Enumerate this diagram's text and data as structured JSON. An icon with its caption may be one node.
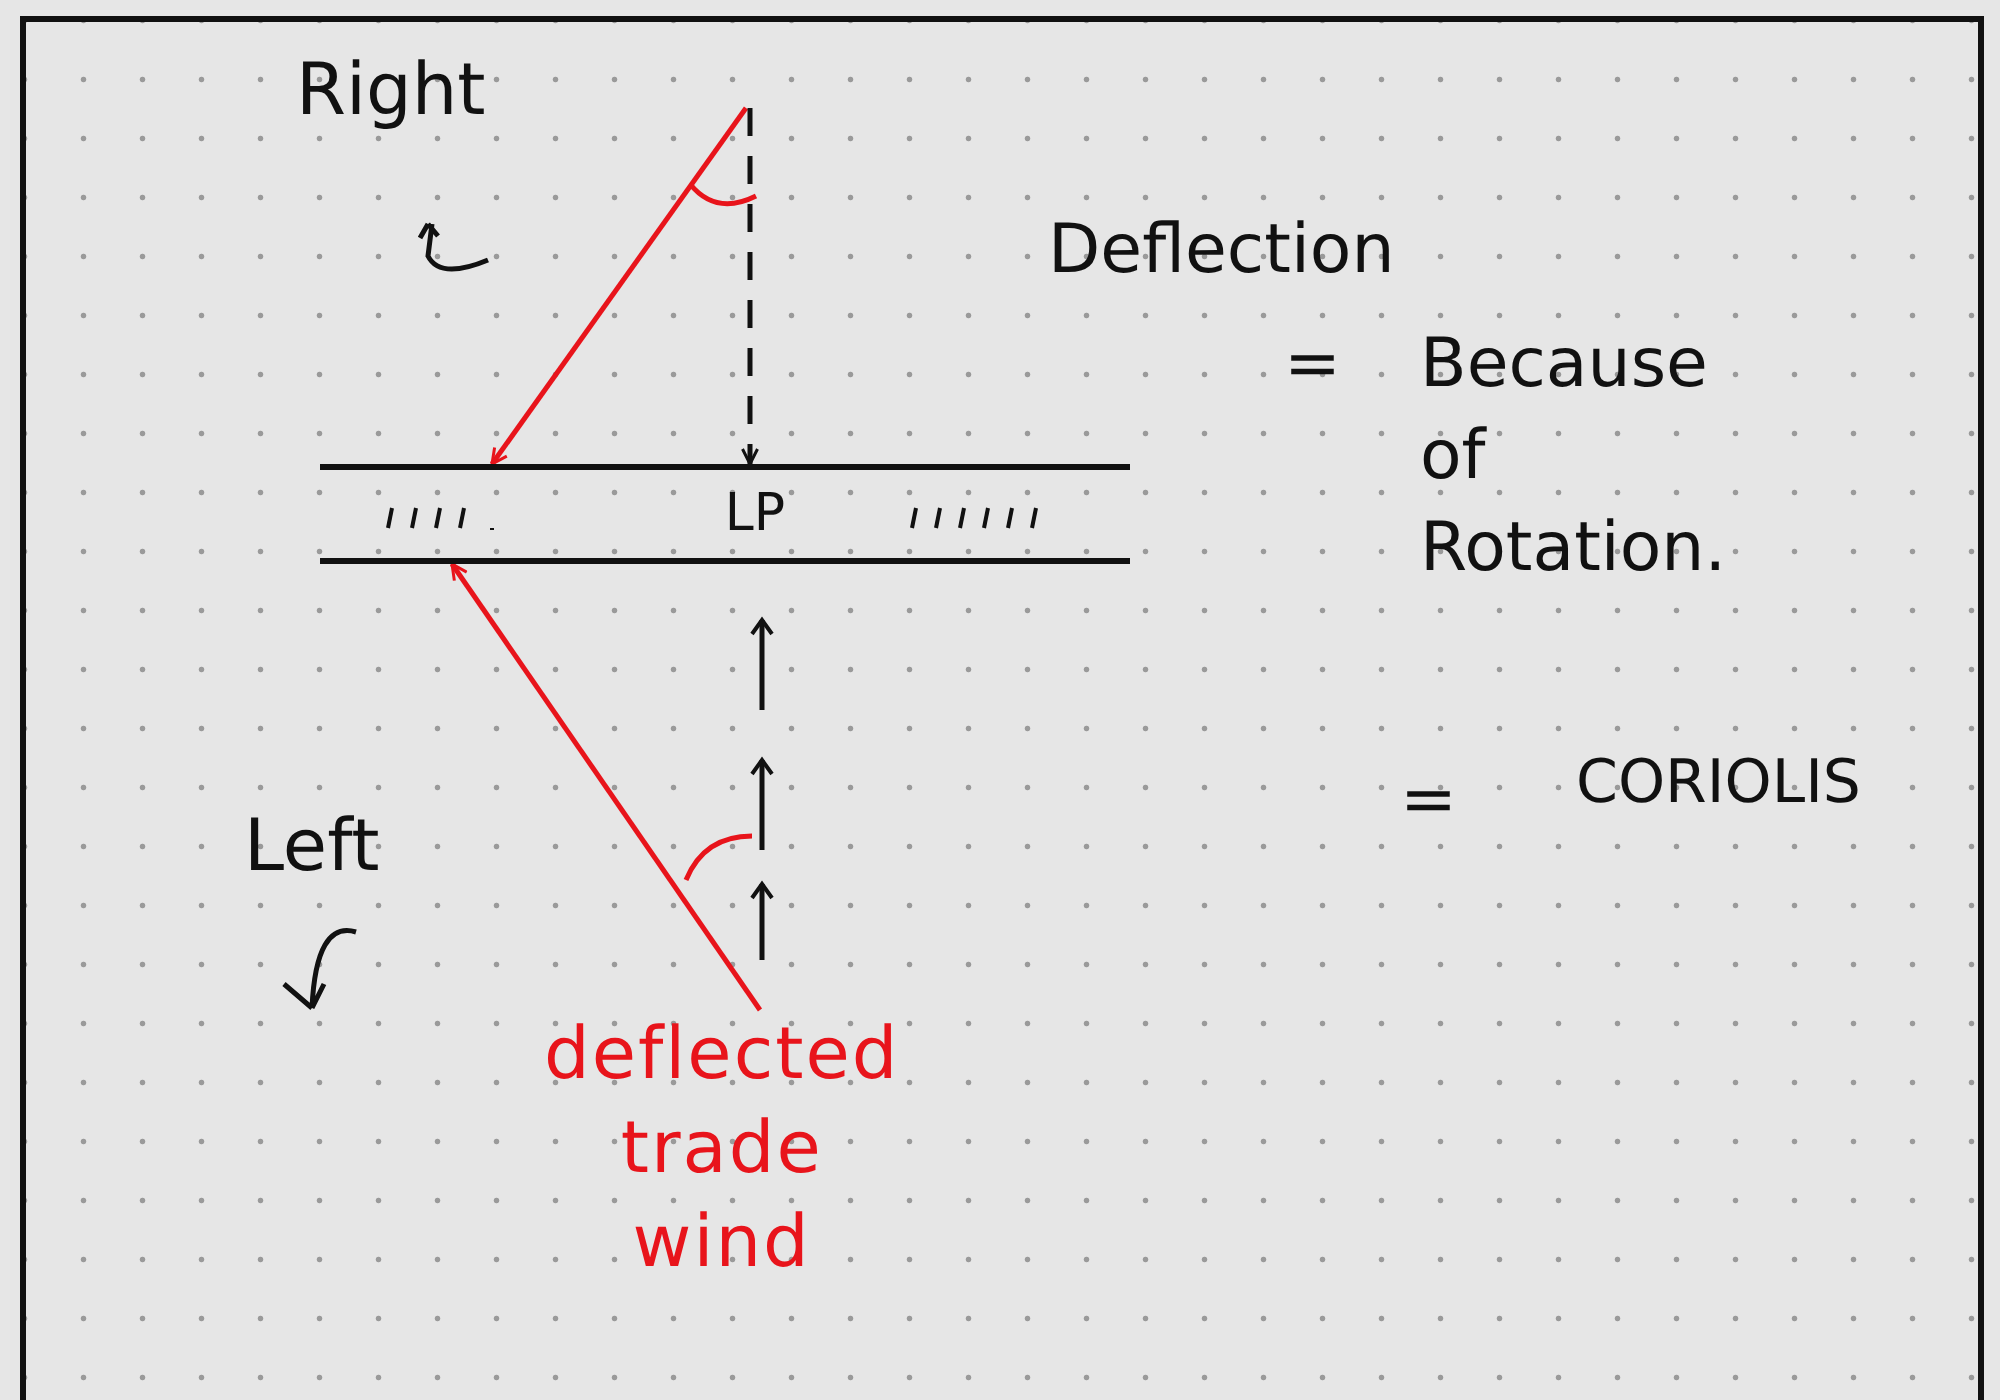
{
  "diagram": {
    "nodes": [
      {
        "text": [
          "LP"
        ]
      },
      {
        "text": [
          "deflected trade wind"
        ]
      }
    ],
    "edges": [
      {
        "from": null,
        "to": 0,
        "arrow": "to"
      },
      {
        "from": null,
        "to": 0,
        "arrow": "to",
        "style": "dashed",
        "color": "#111111"
      },
      {
        "from": 1,
        "to": 0,
        "arrow": "to"
      }
    ],
    "labels": [
      "Right",
      "Deflection",
      "=",
      "Because of Rotation.",
      "=",
      "CORIOLIS",
      "Left"
    ]
  }
}
